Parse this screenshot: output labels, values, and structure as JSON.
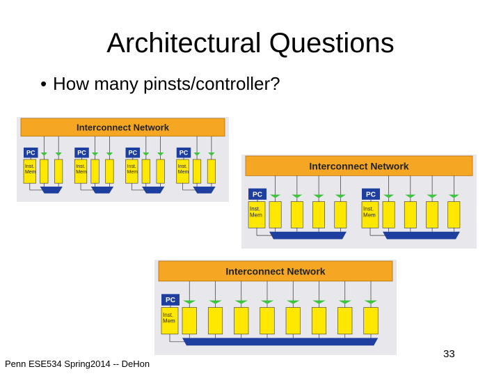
{
  "slide": {
    "title": "Architectural Questions",
    "bullet": "How many pinsts/controller?",
    "footer": "Penn ESE534 Spring2014 -- DeHon",
    "page_number": "33"
  },
  "diagrams": [
    {
      "network_label": "Interconnect Network",
      "pc_label": "PC",
      "mem_label_line1": "Inst.",
      "mem_label_line2": "Mem",
      "pes_per_controller": 2,
      "controllers": 4
    },
    {
      "network_label": "Interconnect Network",
      "pc_label": "PC",
      "mem_label_line1": "Inst.",
      "mem_label_line2": "Mem",
      "pes_per_controller": 4,
      "controllers": 2
    },
    {
      "network_label": "Interconnect Network",
      "pc_label": "PC",
      "mem_label_line1": "Inst.",
      "mem_label_line2": "Mem",
      "pes_per_controller": 8,
      "controllers": 1
    }
  ],
  "colors": {
    "network": "#f5a623",
    "pc": "#1e3fa0",
    "pe": "#ffe800",
    "switch": "#1e3fa0",
    "input": "#3cc43c",
    "diagram_bg": "#e8e8ec"
  }
}
